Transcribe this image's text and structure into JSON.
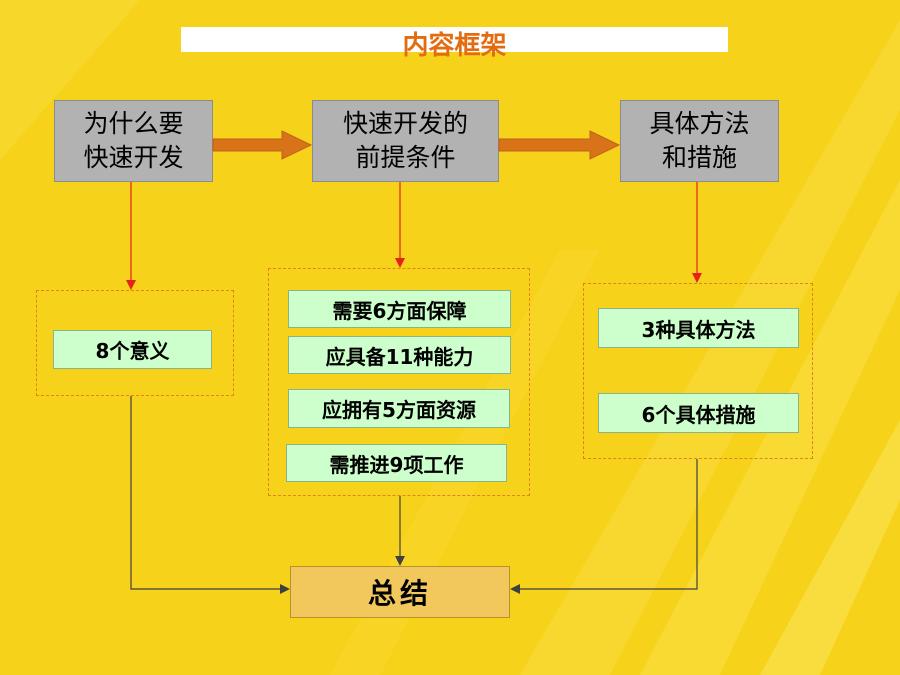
{
  "title": "内容框架",
  "top_boxes": [
    {
      "line1": "为什么要",
      "line2": "快速开发"
    },
    {
      "line1": "快速开发的",
      "line2": "前提条件"
    },
    {
      "line1": "具体方法",
      "line2": "和措施"
    }
  ],
  "left_group": {
    "items": [
      "8个意义"
    ]
  },
  "middle_group": {
    "items": [
      "需要6方面保障",
      "应具备11种能力",
      "应拥有5方面资源",
      "需推进9项工作"
    ]
  },
  "right_group": {
    "items": [
      "3种具体方法",
      "6个具体措施"
    ]
  },
  "summary": "总结",
  "colors": {
    "background": "#f7d21a",
    "title_text": "#e36c12",
    "gray_box": "#b2b2b2",
    "green_box": "#ccffcc",
    "summary_box": "#f2c85c",
    "big_arrow": "#d9731a",
    "red_arrow": "#e8201a",
    "connector": "#404040"
  }
}
